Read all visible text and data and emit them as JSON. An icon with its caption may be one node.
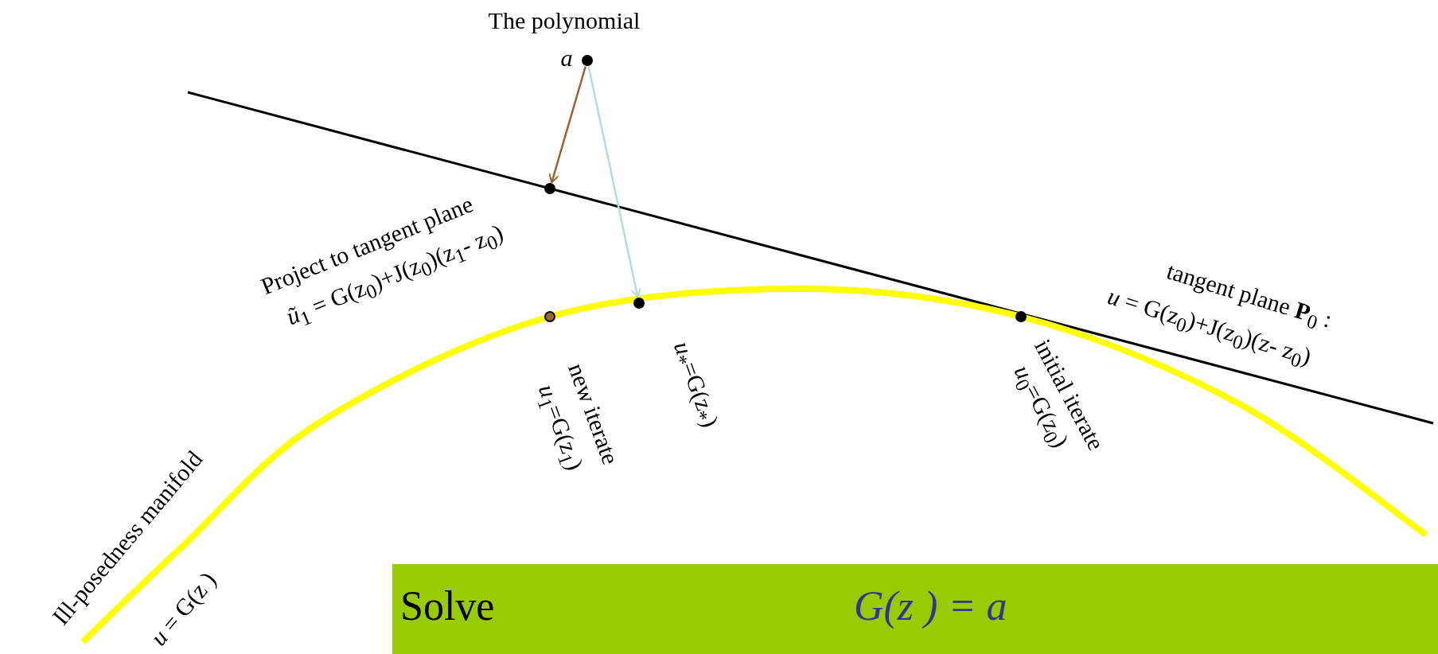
{
  "diagram": {
    "nodes": [
      {
        "text": [],
        "shape": "circle",
        "beside": [
          "The polynomial",
          "*a*"
        ]
      },
      {
        "text": [],
        "shape": "circle"
      },
      {
        "text": [],
        "shape": "circle",
        "beside": [
          "new iterate",
          "*u*$_{1}$=G(z$_{1}$)"
        ]
      },
      {
        "text": [],
        "shape": "circle",
        "beside": [
          "*u*$_{*}$=G(z$_{*}$)"
        ]
      },
      {
        "text": [],
        "shape": "circle",
        "beside": [
          "initial iterate",
          "*u*$_{0}$=G(z$_{0}$)"
        ]
      },
      {
        "text": [
          "Solve",
          "G(z ) = a"
        ]
      }
    ],
    "edges": [
      {
        "from": 0,
        "to": 1,
        "arrow": "to",
        "color": "#9c6430"
      },
      {
        "from": 0,
        "to": 3,
        "arrow": "to",
        "color": "#b0dde0"
      }
    ],
    "labels": [
      "Project to tangent plane",
      "*ũ*$_{1}$ = G(z$_{0}$)+J(z$_{0}$)(z$_{1}$- z$_{0}$)",
      "tangent plane **P**$_{0}$ :",
      "*u* = G(z$_{0}$)+J(z$_{0}$)(z- z$_{0}$)",
      "Ill-posedness manifold",
      "*u* = G(z )"
    ]
  }
}
